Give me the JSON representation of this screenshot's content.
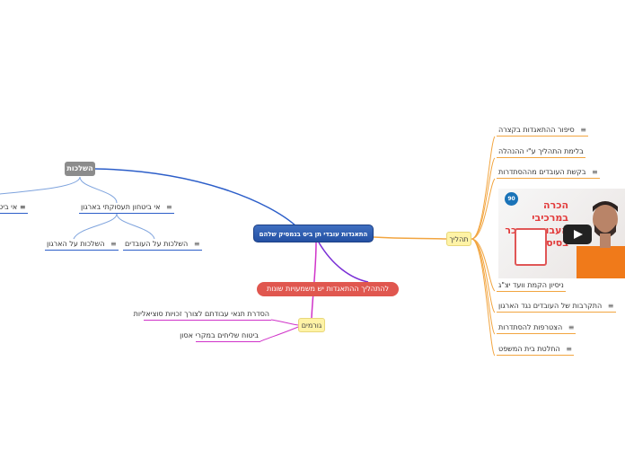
{
  "central": "התאגדות עובדי תן ביס בגמסיק שלהם",
  "branches": {
    "consequences": {
      "label": "השלכות",
      "truncated_item": "אי ביט",
      "job_insecurity": "אי ביטחון תעסוקתי בארגון",
      "org_effects": "השלכות על הארגון",
      "worker_effects": "השלכות על העובדים"
    },
    "process": {
      "label": "תהליך",
      "items": [
        "סיפור ההתאגדות בקצרה",
        "בלימת התהליך ע\"י ההנהלה",
        "בקשת העובדים מההסתדרות",
        "ניסיון הקמת וועד יצ\"ג",
        "התקרבות של העובדים נגד הארגון",
        "הצטרפות להסתדרות",
        "החלטת בית המשפט"
      ]
    },
    "meanings": {
      "label": "להתהליך ההתאגדות יש משמעויות שונות"
    },
    "factors": {
      "label": "גורמים",
      "items": [
        "הסדרת תנאי עבודתם לצורך זכויות סוציאליות",
        "ביטוח שליחים במקרי אסון"
      ]
    }
  },
  "video": {
    "title": "הכרה במרכיבי העבודה כשכר בסיס",
    "channel_badge": "90"
  },
  "note_glyph": "≡",
  "colors": {
    "central": "#2450a3",
    "consequences": "#8c8c8c",
    "process_link": "#f2a540",
    "meanings": "#e0574f",
    "factors_link": "#d033c9",
    "consequence_link": "#2c5ec9"
  }
}
